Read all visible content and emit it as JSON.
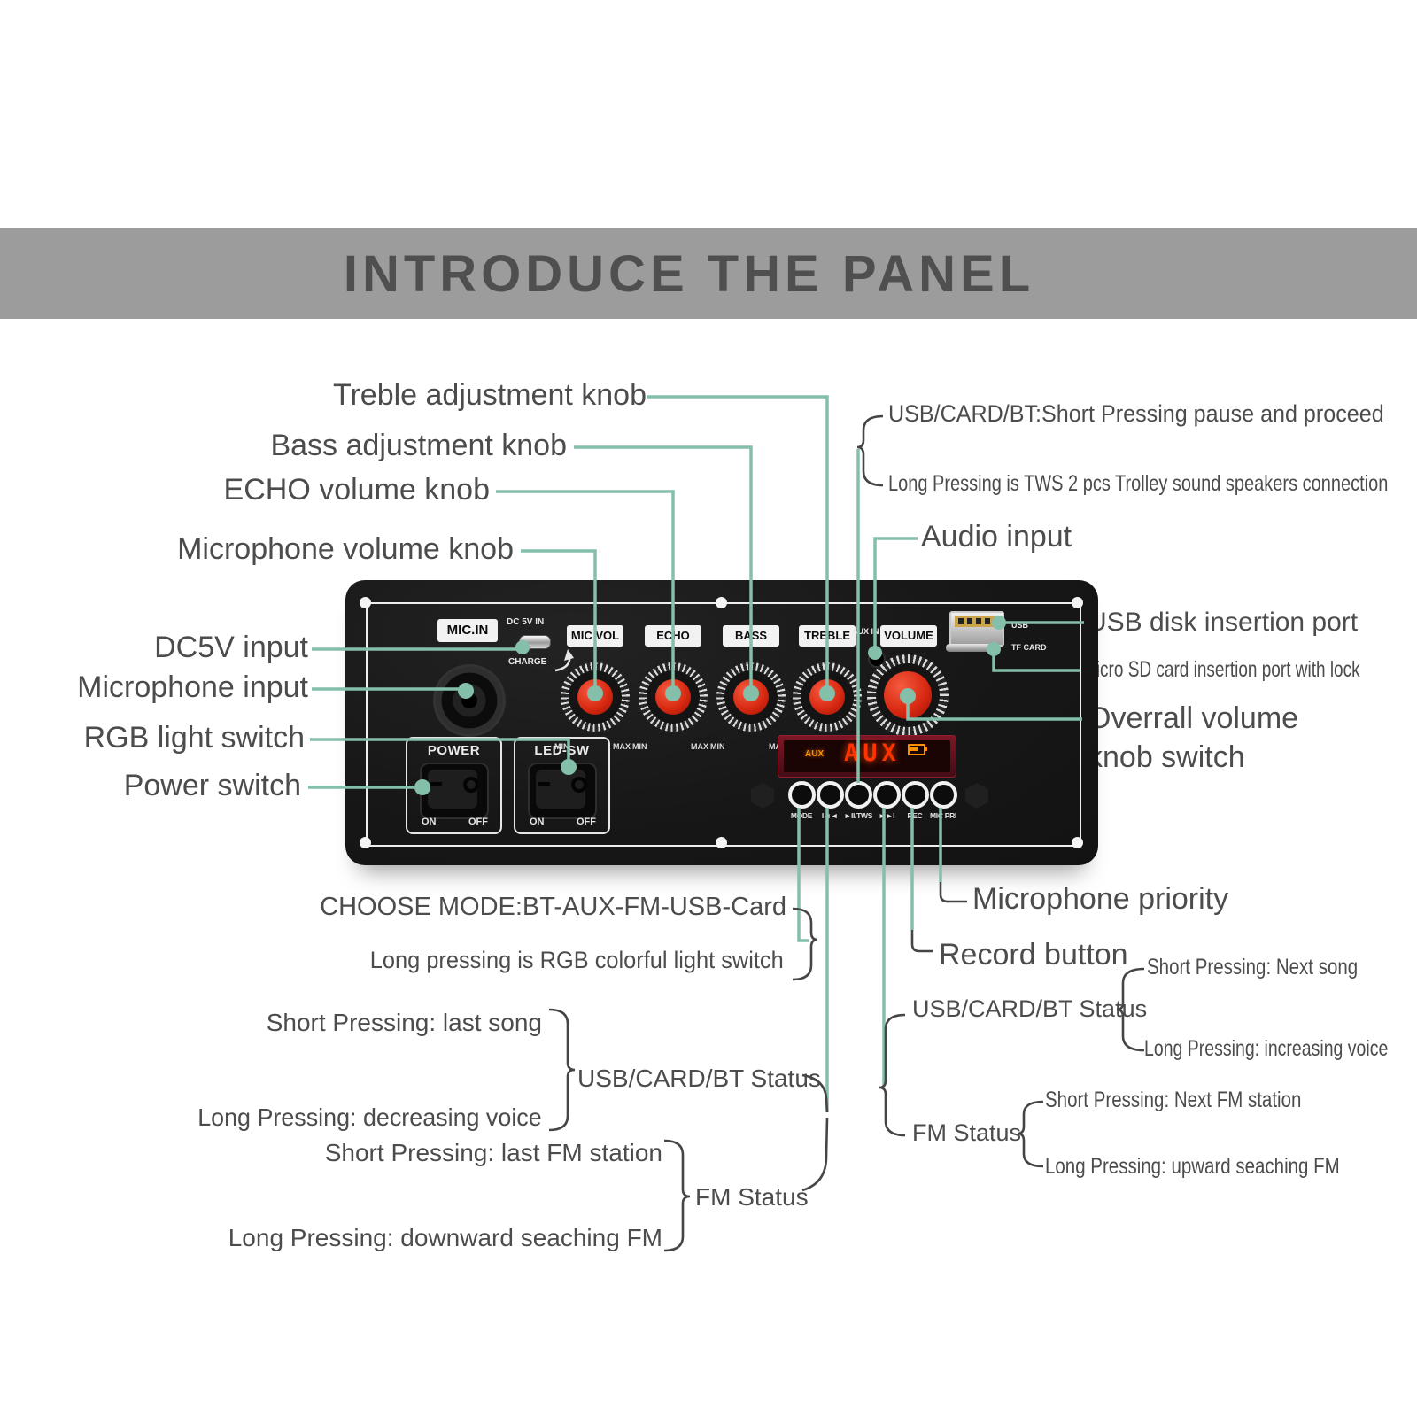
{
  "title": "INTRODUCE THE PANEL",
  "callouts": {
    "treble": "Treble adjustment knob",
    "bass": "Bass adjustment knob",
    "echo": "ECHO volume knob",
    "mic_volume": "Microphone volume knob",
    "dc5v": "DC5V input",
    "mic_input": "Microphone input",
    "rgb": "RGB light switch",
    "power": "Power switch",
    "usb_card_bt_short": "USB/CARD/BT:Short Pressing pause and proceed",
    "usb_card_bt_long": "Long Pressing is TWS 2 pcs Trolley sound speakers connection",
    "audio_input": "Audio input",
    "usb_disk": "USB disk insertion port",
    "micro_sd": "Micro SD card insertion port with lock",
    "overall_volume_1": "Overrall volume",
    "overall_volume_2": "knob switch",
    "mic_priority": "Microphone priority",
    "record": "Record button",
    "choose_mode": "CHOOSE MODE:BT-AUX-FM-USB-Card",
    "choose_mode_long": "Long pressing is RGB colorful light switch",
    "last_song": "Short Pressing: last song",
    "decreasing_voice": "Long Pressing: decreasing voice",
    "usb_status_left": "USB/CARD/BT Status",
    "last_fm": "Short Pressing: last FM station",
    "downward_fm": "Long Pressing: downward seaching FM",
    "fm_status_left": "FM Status",
    "usb_status_right": "USB/CARD/BT Status",
    "next_song": "Short Pressing: Next song",
    "increasing_voice": "Long Pressing: increasing voice",
    "fm_status_right": "FM Status",
    "next_fm": "Short Pressing: Next FM station",
    "upward_fm": "Long Pressing: upward seaching FM"
  },
  "panel": {
    "mic_in_label": "MIC.IN",
    "dc5v_label": "DC 5V IN",
    "charge_label": "CHARGE",
    "knob_labels": [
      "MIC VOL",
      "ECHO",
      "BASS",
      "TREBLE"
    ],
    "aux_in_label": "AUX IN",
    "volume_label": "VOLUME",
    "min_label": "MIN",
    "max_label": "MAX",
    "usb_label": "USB",
    "tf_label": "TF CARD",
    "power_label": "POWER",
    "led_sw_label": "LED-SW",
    "on_label": "ON",
    "off_label": "OFF",
    "display": {
      "mode_tag": "AUX",
      "value": "AUX"
    },
    "buttons": [
      "MODE",
      "I◄◄",
      "►II/TWS",
      "►►I",
      "REC",
      "MIC PRI"
    ]
  },
  "colors": {
    "accent_line": "#84bfa9",
    "banner_bg": "#9c9c9c",
    "label_text": "#4c4c4c",
    "knob_red": "#d92a12",
    "display_red": "#ff3300"
  }
}
